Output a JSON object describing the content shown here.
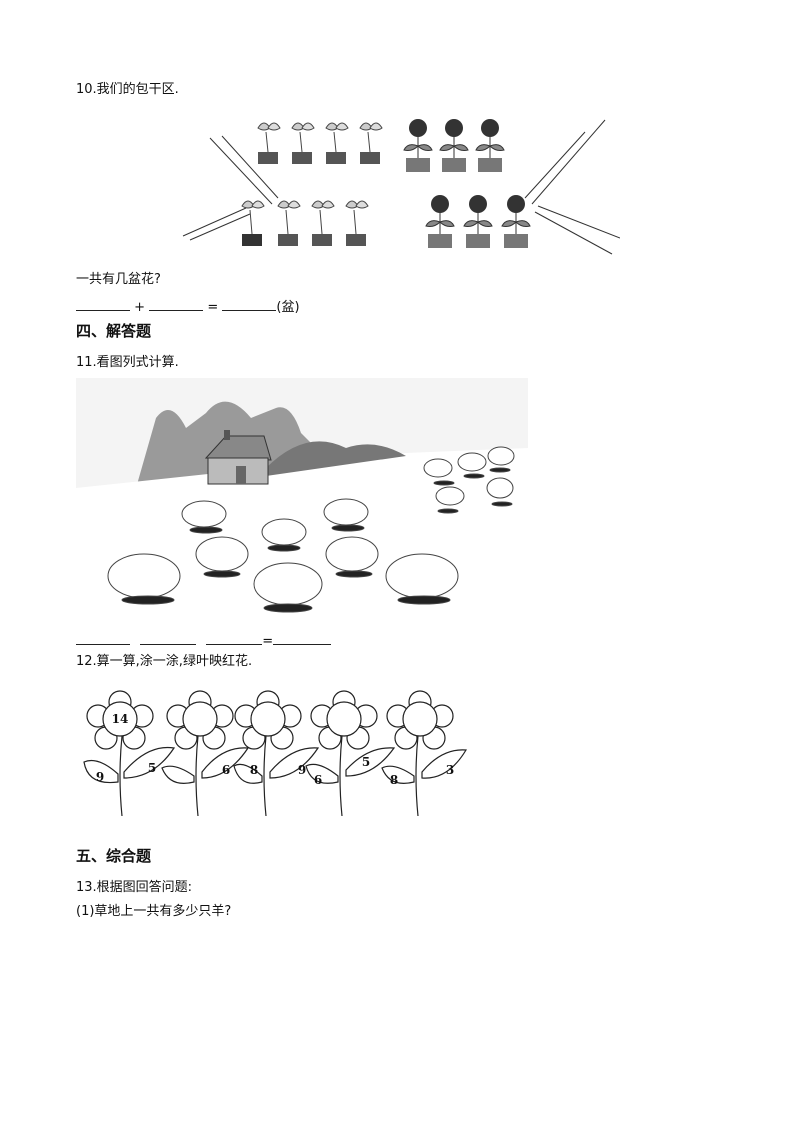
{
  "q10": {
    "title": "10.我们的包干区.",
    "question": "一共有几盆花?",
    "eq_plus": "+",
    "eq_equals": "=",
    "eq_unit": "(盆)"
  },
  "section4": {
    "title": "四、解答题"
  },
  "q11": {
    "title": "11.看图列式计算.",
    "eq_equals": "="
  },
  "q12": {
    "title": "12.算一算,涂一涂,绿叶映红花.",
    "flowers": [
      {
        "center": "14",
        "leaf_left": "9",
        "leaf_right": "5"
      },
      {
        "center": "",
        "leaf_left": "",
        "leaf_right": "6"
      },
      {
        "center": "",
        "leaf_left": "8",
        "leaf_right": "9"
      },
      {
        "center": "",
        "leaf_left": "6",
        "leaf_right": "5"
      },
      {
        "center": "",
        "leaf_left": "8",
        "leaf_right": "3"
      }
    ]
  },
  "section5": {
    "title": "五、综合题"
  },
  "q13": {
    "title": "13.根据图回答问题:",
    "sub1": "(1)草地上一共有多少只羊?"
  }
}
